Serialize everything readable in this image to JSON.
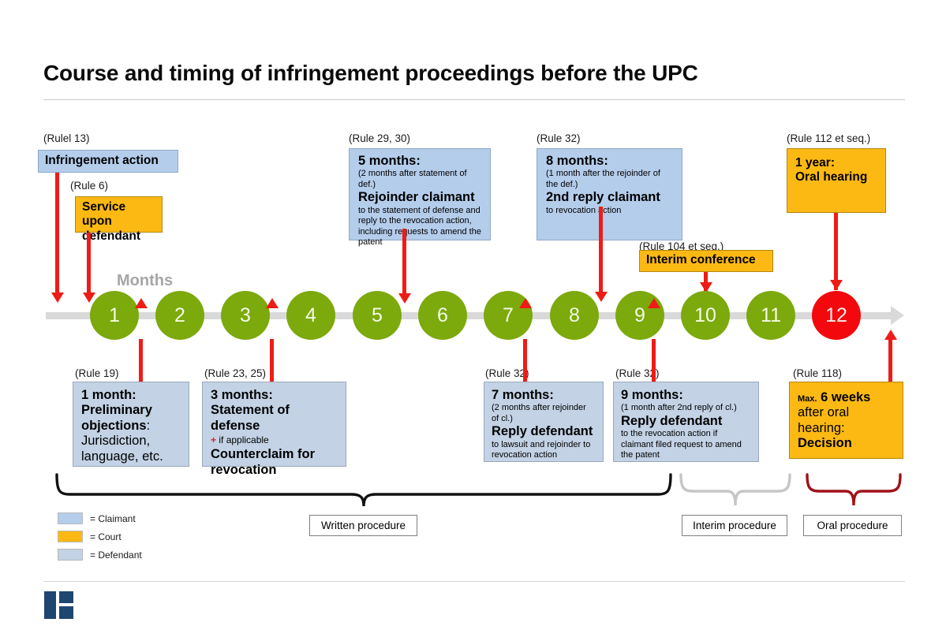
{
  "page": {
    "title": "Course and timing of infringement proceedings before the UPC",
    "months_label": "Months"
  },
  "colors": {
    "claimant": "#b4cdeb",
    "court": "#fcb913",
    "defendant": "#c3d2e4",
    "timeline_node": "#7ca90c",
    "timeline_final": "#f2080d",
    "arrow": "#ee1c16",
    "axis": "#d9d9d9",
    "logo": "#1f4571"
  },
  "timeline": {
    "nodes": [
      {
        "label": "1",
        "type": "green"
      },
      {
        "label": "2",
        "type": "green"
      },
      {
        "label": "3",
        "type": "green"
      },
      {
        "label": "4",
        "type": "green"
      },
      {
        "label": "5",
        "type": "green"
      },
      {
        "label": "6",
        "type": "green"
      },
      {
        "label": "7",
        "type": "green"
      },
      {
        "label": "8",
        "type": "green"
      },
      {
        "label": "9",
        "type": "green"
      },
      {
        "label": "10",
        "type": "green"
      },
      {
        "label": "11",
        "type": "green"
      },
      {
        "label": "12",
        "type": "red"
      }
    ]
  },
  "top_boxes": [
    {
      "rule": "(Rulel 13)",
      "party": "claimant",
      "head": "Infringement action",
      "sub": "",
      "title2": "",
      "body": ""
    },
    {
      "rule": "(Rule 6)",
      "party": "court",
      "head": "Service upon",
      "head2": "defendant",
      "sub": "",
      "title2": "",
      "body": ""
    },
    {
      "rule": "(Rule 29, 30)",
      "party": "claimant",
      "head": "5 months:",
      "sub": "(2 months after statement of def.)",
      "title2": "Rejoinder claimant",
      "body": "to the statement of defense and reply to the revocation action, including requests to amend the patent"
    },
    {
      "rule": "(Rule 32)",
      "party": "claimant",
      "head": "8 months:",
      "sub": "(1 month after the rejoinder of the def.)",
      "title2": "2nd reply claimant",
      "body": "to revocation action"
    },
    {
      "rule": "(Rule 104 et seq.)",
      "party": "court",
      "head": "Interim conference",
      "sub": "",
      "title2": "",
      "body": ""
    },
    {
      "rule": "(Rule 112 et seq.)",
      "party": "court",
      "head": "1 year:",
      "head2": "Oral hearing",
      "sub": "",
      "title2": "",
      "body": ""
    }
  ],
  "bottom_boxes": [
    {
      "rule": "(Rule 19)",
      "party": "defendant",
      "head": "1 month:",
      "head2": "Preliminary",
      "head3": "objections",
      "head3_tail": ":",
      "body": "Jurisdiction, language, etc."
    },
    {
      "rule": "(Rule 23, 25)",
      "party": "defendant",
      "head": "3 months:",
      "head2": "Statement of defense",
      "plus": "+",
      "plus_text": "if applicable",
      "head3": "Counterclaim for",
      "head4": "revocation"
    },
    {
      "rule": "(Rule 32)",
      "party": "defendant",
      "head": "7 months:",
      "sub": "(2 months after rejoinder of cl.)",
      "title2": "Reply defendant",
      "body": "to lawsuit and rejoinder to revocation action"
    },
    {
      "rule": "(Rule 32)",
      "party": "defendant",
      "head": "9 months:",
      "sub": "(1 month after 2nd reply of cl.)",
      "title2": "Reply defendant",
      "body": "to the revocation action if claimant filed request to amend the patent"
    },
    {
      "rule": "(Rule 118)",
      "party": "court",
      "max_label": "Max.",
      "head": "6 weeks",
      "line2": "after oral hearing:",
      "head3": "Decision"
    }
  ],
  "procedures": [
    {
      "label": "Written procedure",
      "brace_color": "#111111"
    },
    {
      "label": "Interim procedure",
      "brace_color": "#c6c6c6"
    },
    {
      "label": "Oral procedure",
      "brace_color": "#a01118"
    }
  ],
  "legend": [
    {
      "swatch": "claimant",
      "text": "= Claimant"
    },
    {
      "swatch": "court",
      "text": "= Court"
    },
    {
      "swatch": "defendant",
      "text": "= Defendant"
    }
  ]
}
